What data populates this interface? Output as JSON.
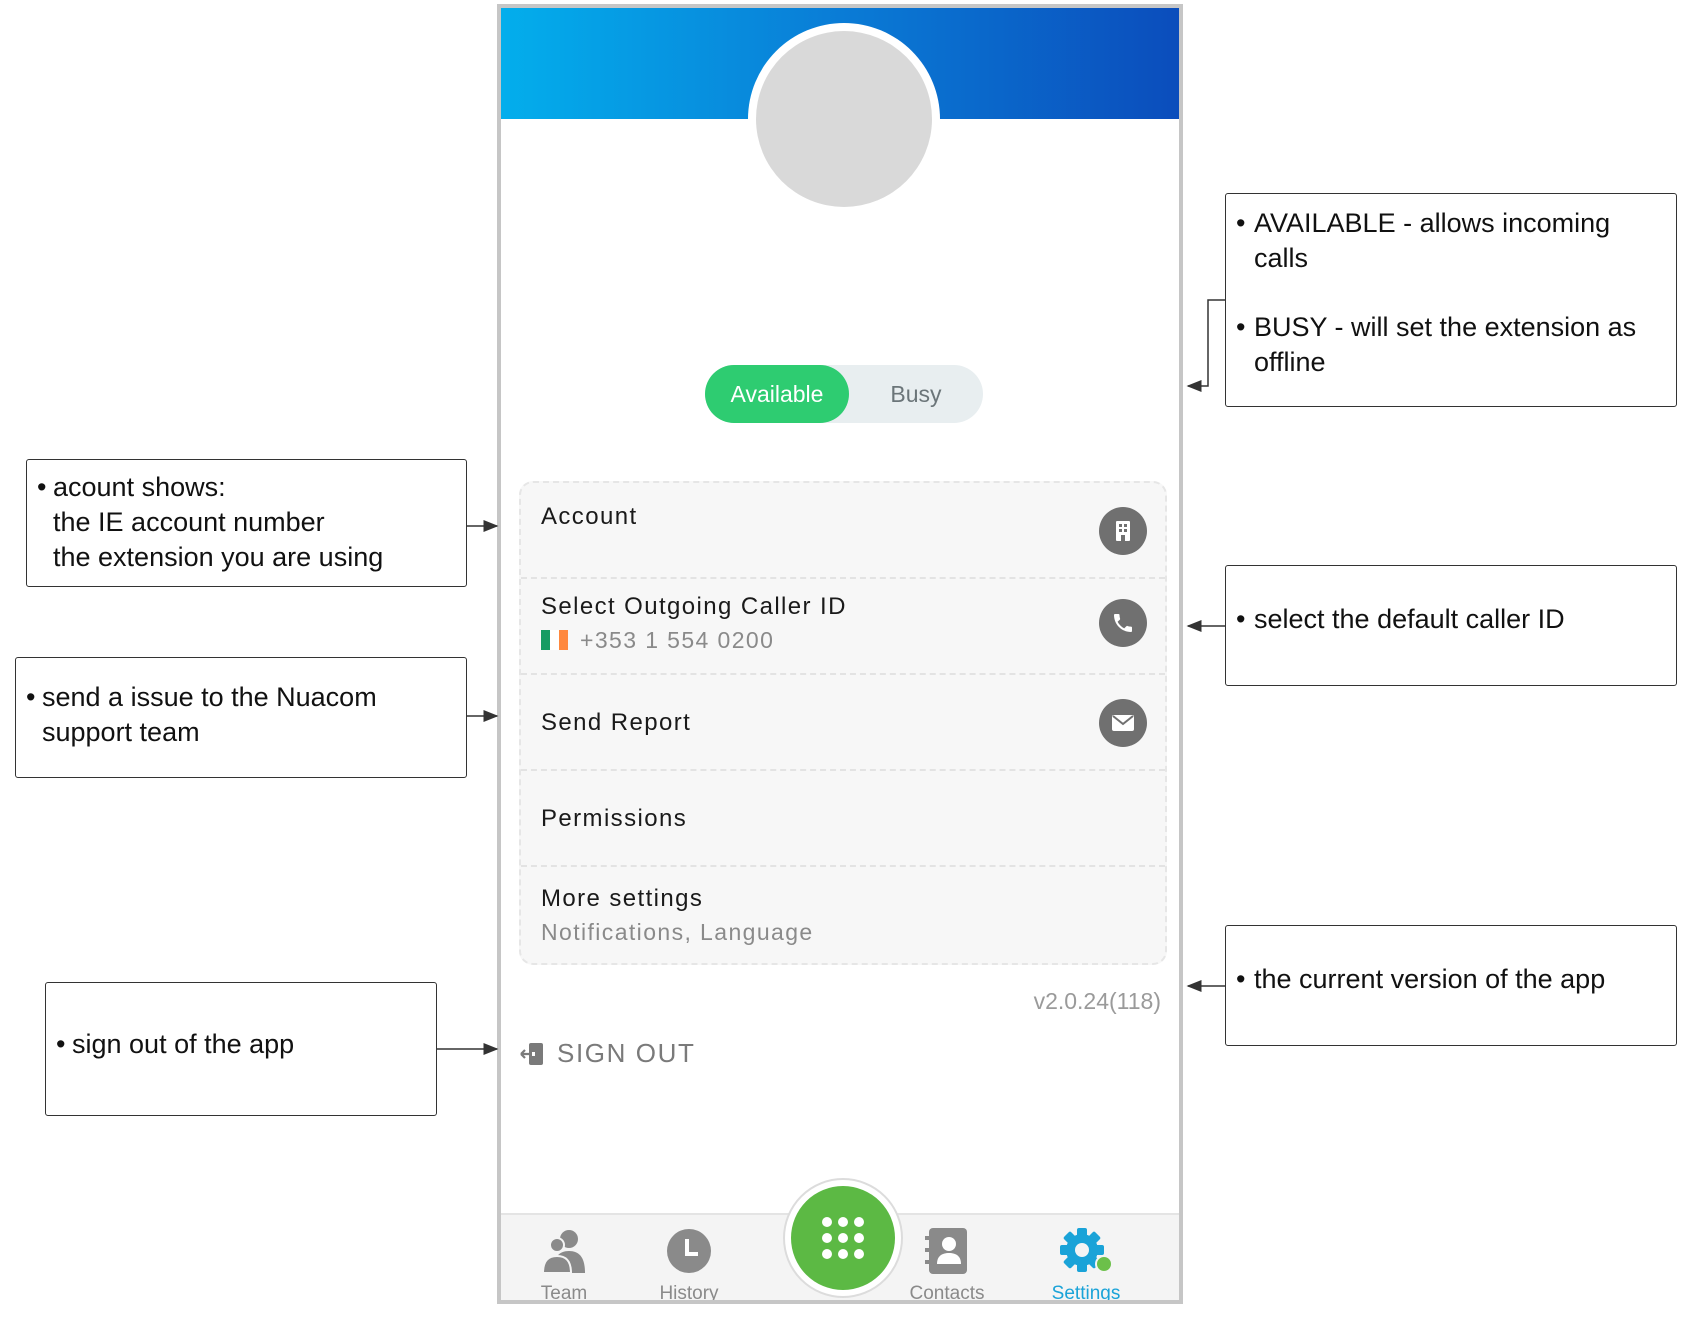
{
  "status": {
    "available": "Available",
    "busy": "Busy"
  },
  "settings": {
    "account": {
      "title": "Account"
    },
    "caller_id": {
      "title": "Select Outgoing Caller ID",
      "number": "+353 1 554 0200"
    },
    "report": {
      "title": "Send Report"
    },
    "permissions": {
      "title": "Permissions"
    },
    "more": {
      "title": "More settings",
      "subtitle": "Notifications, Language"
    }
  },
  "version": "v2.0.24(118)",
  "sign_out": "SIGN OUT",
  "tabs": {
    "team": "Team",
    "history": "History",
    "contacts": "Contacts",
    "settings": "Settings"
  },
  "notes": {
    "status_available": "AVAILABLE - allows incoming",
    "status_available_2": "calls",
    "status_busy": "BUSY - will set the extension as",
    "status_busy_2": "offline",
    "account_1": "acount shows:",
    "account_2": "the IE account number",
    "account_3": "the extension you are using",
    "report_1": "send a issue to the Nuacom",
    "report_2": "support team",
    "caller_id": "select the default caller ID",
    "version": "the current version of the app",
    "signout": "sign out of the app",
    "bullet": "•"
  },
  "colors": {
    "accent_green": "#2ecc71",
    "dial_green": "#5cb944",
    "active_tab": "#1aa3d8",
    "banner_start": "#03aeec",
    "banner_end": "#0b4dbc"
  }
}
